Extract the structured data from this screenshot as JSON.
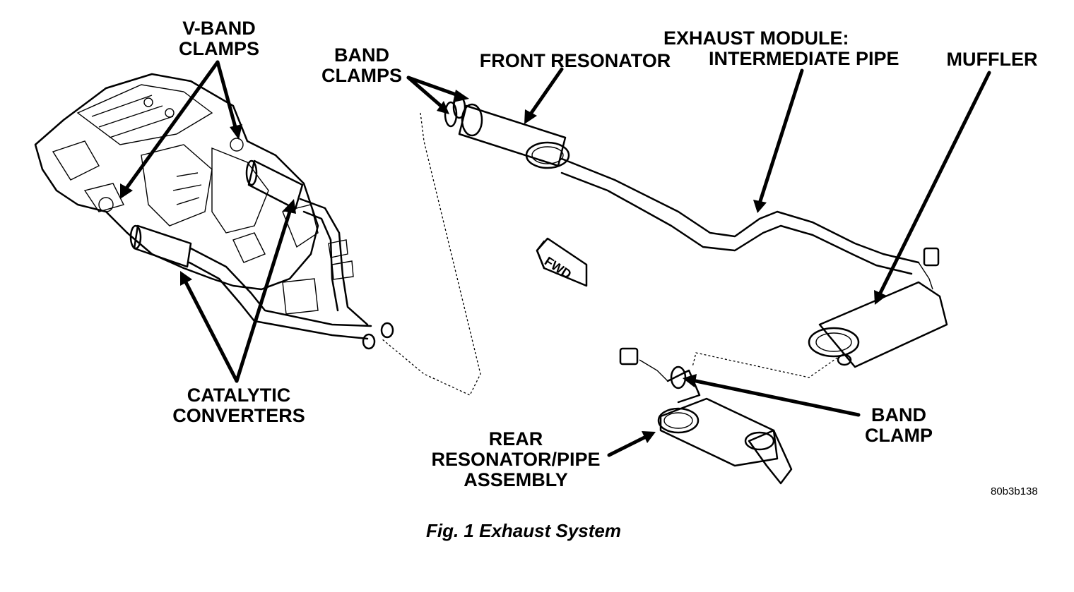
{
  "labels": {
    "v_band_clamps_line1": "V-BAND",
    "v_band_clamps_line2": "CLAMPS",
    "band_clamps_line1": "BAND",
    "band_clamps_line2": "CLAMPS",
    "front_resonator": "FRONT RESONATOR",
    "exhaust_module_line1": "EXHAUST MODULE:",
    "exhaust_module_line2": "INTERMEDIATE PIPE",
    "muffler": "MUFFLER",
    "fwd": "FWD",
    "catalytic_line1": "CATALYTIC",
    "catalytic_line2": "CONVERTERS",
    "band_clamp_line1": "BAND",
    "band_clamp_line2": "CLAMP",
    "rear_line1": "REAR",
    "rear_line2": "RESONATOR/PIPE",
    "rear_line3": "ASSEMBLY"
  },
  "figure_code": "80b3b138",
  "caption": "Fig. 1 Exhaust System"
}
